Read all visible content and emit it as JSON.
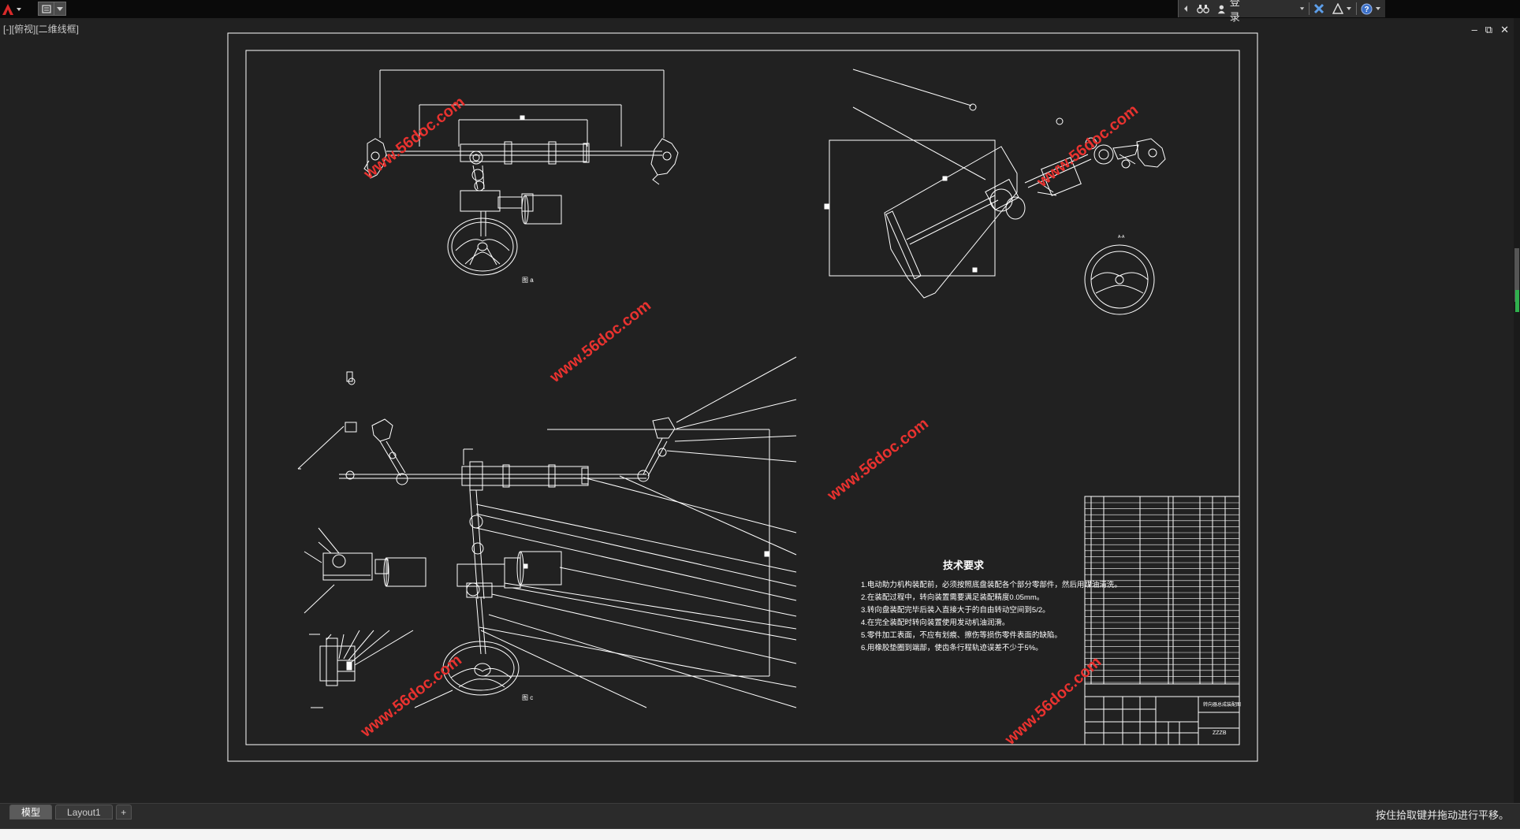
{
  "app": {
    "logo_letter": "A"
  },
  "infocenter": {
    "login_label": "登录"
  },
  "viewport": {
    "label": "[-][俯视][二维线框]"
  },
  "window_controls": {
    "minimize": "–",
    "restore": "⧉",
    "close": "✕"
  },
  "drawing": {
    "watermark": "www.56doc.com",
    "view_label_top": "图 a",
    "view_label_bottom": "图 c",
    "tech_title": "技术要求",
    "tech_requirements": [
      "1.电动助力机构装配前，必须按照底盘装配各个部分零部件，然后用煤油清洗。",
      "2.在装配过程中，转向装置需要满足装配精度0.05mm。",
      "3.转向盘装配完毕后装入直接大于的自由转动空间到5/2。",
      "4.在完全装配时转向装置使用发动机油润滑。",
      "5.零件加工表面，不应有划痕、擦伤等损伤零件表面的缺陷。",
      "6.用橡胶垫圈到端部，使齿条行程轨迹误差不少于5%。"
    ],
    "title_block": {
      "name": "转向器总成装配图",
      "drawing_no": "ZZZB"
    }
  },
  "tabs": [
    {
      "label": "模型",
      "active": true
    },
    {
      "label": "Layout1",
      "active": false
    },
    {
      "label": "+",
      "active": false
    }
  ],
  "status": {
    "prompt": "按住拾取键并拖动进行平移。"
  },
  "colors": {
    "background": "#212121",
    "linework": "#ffffff",
    "watermark": "#e8322f",
    "accent_green": "#2fb04d"
  }
}
